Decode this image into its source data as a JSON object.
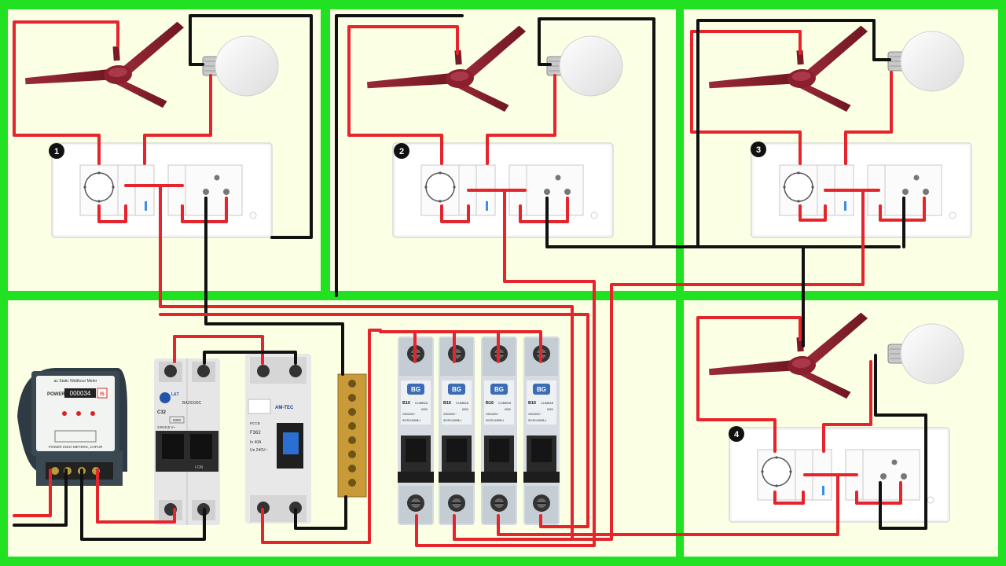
{
  "rooms": [
    {
      "number": "1"
    },
    {
      "number": "2"
    },
    {
      "number": "3"
    },
    {
      "number": "4"
    }
  ],
  "meter": {
    "header": "ac Static Watthour Meter",
    "brand": "POWER",
    "reading": "000034",
    "badge": "IS",
    "footer": "POWER INDIA METERS, JAIPUR"
  },
  "dp_mcb": {
    "brand": "L&T",
    "model": "BA20330C",
    "rating": "C32",
    "box": "6000",
    "voltage": "240/415 V~",
    "on_label": "I-ON"
  },
  "rccb": {
    "brand": "AM-TEC",
    "top": "RCCB",
    "model": "F362",
    "in_rating": "In 40A",
    "un_rating": "Un 240V~"
  },
  "mcbs": [
    {
      "brand": "BG",
      "rating": "B16",
      "model": "CUMB16",
      "box": "6000",
      "voltage": "230/400V~",
      "std": "IEC/EN 60898-1"
    },
    {
      "brand": "BG",
      "rating": "B16",
      "model": "CUMB16",
      "box": "6000",
      "voltage": "230/400V~",
      "std": "IEC/EN 60898-1"
    },
    {
      "brand": "BG",
      "rating": "B16",
      "model": "CUMB16",
      "box": "6000",
      "voltage": "230/400V~",
      "std": "IEC/EN 60898-1"
    },
    {
      "brand": "BG",
      "rating": "B16",
      "model": "CUMB16",
      "box": "6000",
      "voltage": "230/400V~",
      "std": "IEC/EN 60898-1"
    }
  ],
  "colors": {
    "panel_bg": "#fbffe4",
    "border": "#22e022",
    "live_wire": "#e5242b",
    "neutral_wire": "#111111",
    "fan": "#8a1f2d"
  }
}
